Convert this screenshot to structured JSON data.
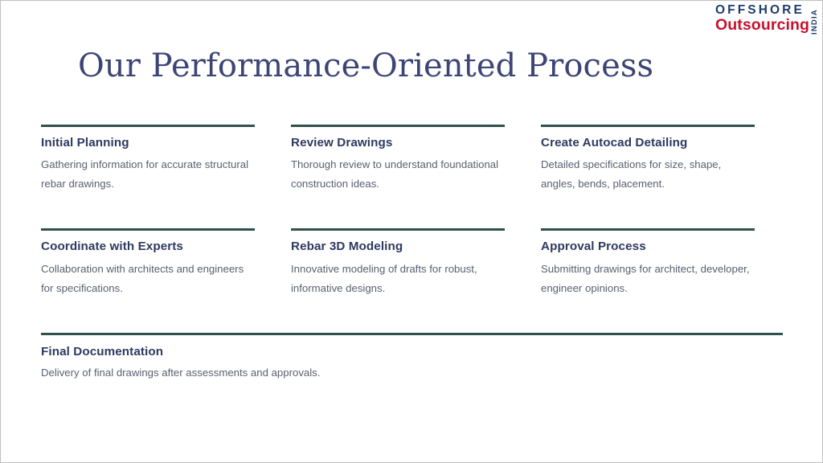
{
  "slide": {
    "title": "Our Performance-Oriented Process",
    "background_color": "#ffffff",
    "border_color": "#bfbfbf"
  },
  "logo": {
    "line1": "OFFSHORE",
    "line2": "Outsourcing",
    "vertical": "INDIA",
    "line1_color": "#1d3c6e",
    "line2_color": "#c8102e",
    "vertical_color": "#1d3c6e"
  },
  "theme": {
    "title_color": "#3c4575",
    "rule_color": "#2f5149",
    "heading_color": "#2e3a5f",
    "body_color": "#5b6070"
  },
  "steps": [
    {
      "title": "Initial Planning",
      "description": "Gathering information for accurate structural rebar drawings."
    },
    {
      "title": "Review Drawings",
      "description": "Thorough review to understand foundational construction ideas."
    },
    {
      "title": "Create Autocad Detailing",
      "description": "Detailed specifications for size, shape, angles, bends, placement."
    },
    {
      "title": "Coordinate with Experts",
      "description": "Collaboration with architects and engineers for specifications."
    },
    {
      "title": "Rebar 3D Modeling",
      "description": "Innovative modeling of drafts for robust, informative designs."
    },
    {
      "title": "Approval Process",
      "description": "Submitting drawings for architect, developer, engineer opinions."
    },
    {
      "title": "Final Documentation",
      "description": "Delivery of final drawings after assessments and approvals."
    }
  ]
}
